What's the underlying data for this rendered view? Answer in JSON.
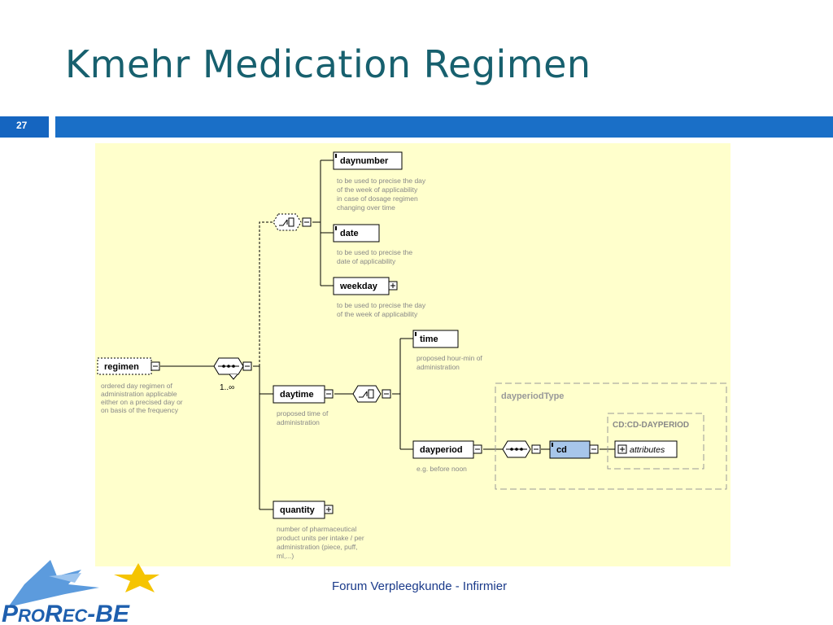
{
  "slide": {
    "title": "Kmehr Medication Regimen",
    "number": "27",
    "footer": "Forum Verpleegkunde - Infirmier",
    "logo_text": "ProRec-BE"
  },
  "diagram": {
    "regimen": {
      "label": "regimen",
      "desc": [
        "ordered day regimen of",
        "administration applicable",
        "either on a precised day or",
        "on basis of the frequency"
      ]
    },
    "multiplicity": "1..∞",
    "daynumber": {
      "label": "daynumber",
      "desc": [
        "to be used to precise the day",
        "of the week of applicability",
        "in case of dosage regimen",
        "changing over time"
      ]
    },
    "date": {
      "label": "date",
      "desc": [
        "to be used to precise the",
        "date of applicability"
      ]
    },
    "weekday": {
      "label": "weekday",
      "desc": [
        "to be used to precise the day",
        "of the week of applicability"
      ]
    },
    "daytime": {
      "label": "daytime",
      "desc": [
        "proposed time of",
        "administration"
      ]
    },
    "time": {
      "label": "time",
      "desc": [
        "proposed hour-min of",
        "administration"
      ]
    },
    "dayperiod": {
      "label": "dayperiod",
      "desc": [
        "e.g. before noon"
      ]
    },
    "dayperiod_type": "dayperiodType",
    "cd_type": "CD:CD-DAYPERIOD",
    "cd": {
      "label": "cd"
    },
    "attributes": {
      "label": "attributes"
    },
    "quantity": {
      "label": "quantity",
      "desc": [
        "number of pharmaceutical",
        "product units per intake / per",
        "administration (piece, puff,",
        "ml,...)"
      ]
    }
  },
  "colors": {
    "title": "#17606e",
    "bar": "#1a6fc7",
    "diagram_background": "#ffffcc",
    "cd_fill": "#a7c6ea",
    "footer": "#1a3a8a"
  }
}
